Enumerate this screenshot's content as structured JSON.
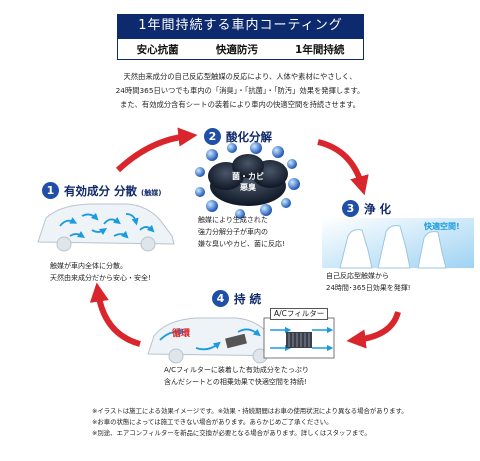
{
  "header": {
    "title": "1年間持続する車内コーティング",
    "features": [
      "安心抗菌",
      "快適防汚",
      "1年間持続"
    ]
  },
  "intro": {
    "line1": "天然由来成分の自己反応型触媒の反応により、人体や素材にやさしく、",
    "line2": "24時間365日いつでも車内の「消臭」・「抗菌」・「防汚」効果を発揮します。",
    "line3": "また、有効成分含有シートの装着により車内の快適空間を持続させます。"
  },
  "steps": [
    {
      "number": "1",
      "title": "有効成分 分散",
      "title_suffix": "(触媒)",
      "desc1": "触媒が車内全体に分散。",
      "desc2": "天然由来成分だから安心・安全!"
    },
    {
      "number": "2",
      "title": "酸化分解",
      "cloud_text1": "菌・カビ",
      "cloud_text2": "悪臭",
      "desc1": "触媒により生成された",
      "desc2": "強力分解分子が車内の",
      "desc3": "嫌な臭いやカビ、菌に反応!"
    },
    {
      "number": "3",
      "title": "浄 化",
      "badge": "快適空間!",
      "desc1": "自己反応型触媒から",
      "desc2": "24時間･365日効果を発揮!"
    },
    {
      "number": "4",
      "title": "持 続",
      "circulation_label": "循環",
      "filter_label": "A/Cフィルター",
      "desc1": "A/Cフィルターに装着した有効成分をたっぷり",
      "desc2": "含んだシートとの相乗効果で快適空間を持続!"
    }
  ],
  "notes": [
    "※イラストは施工による効果イメージです。※効果・持続期間はお車の使用状況により異なる場合があります。",
    "※お車の状態によっては施工できない場合があります。あらかじめご了承ください。",
    "※別途、エアコンフィルターを新品に交換が必要となる場合があります。詳しくはスタッフまで。"
  ],
  "colors": {
    "navy": "#0d2a6e",
    "blue": "#1f4fa6",
    "arrow_red": "#d9262c",
    "cyan": "#1a9be0"
  }
}
